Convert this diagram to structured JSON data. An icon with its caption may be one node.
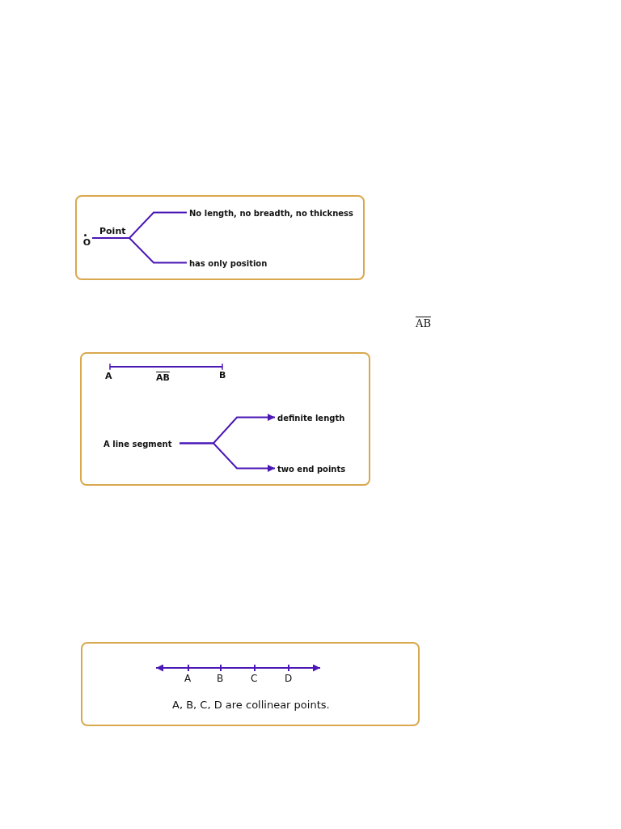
{
  "diagram": {
    "nodes": [
      {
        "text": [],
        "shape": "box"
      },
      {
        "text": [
          "O"
        ],
        "in": 0
      },
      {
        "text": [
          "No length, no breadth, no thickness"
        ],
        "in": 0
      },
      {
        "text": [
          "has only position"
        ],
        "in": 0
      },
      {
        "text": [],
        "shape": "box"
      },
      {
        "text": [
          "A line segment"
        ],
        "in": 4
      },
      {
        "text": [
          "definite length"
        ],
        "in": 4
      },
      {
        "text": [
          "two end points"
        ],
        "in": 4
      },
      {
        "text": [],
        "shape": "box"
      }
    ],
    "edges": [
      {
        "from": 1,
        "to": 2,
        "arrow": "none",
        "label": "Point"
      },
      {
        "from": 1,
        "to": 3,
        "arrow": "none"
      },
      {
        "from": 5,
        "to": 6,
        "arrow": "to"
      },
      {
        "from": 5,
        "to": 7,
        "arrow": "to"
      }
    ],
    "labels": [
      "AB",
      "A",
      "AB",
      "B",
      "A",
      "B",
      "C",
      "D",
      "A, B, C, D are collinear points."
    ]
  }
}
